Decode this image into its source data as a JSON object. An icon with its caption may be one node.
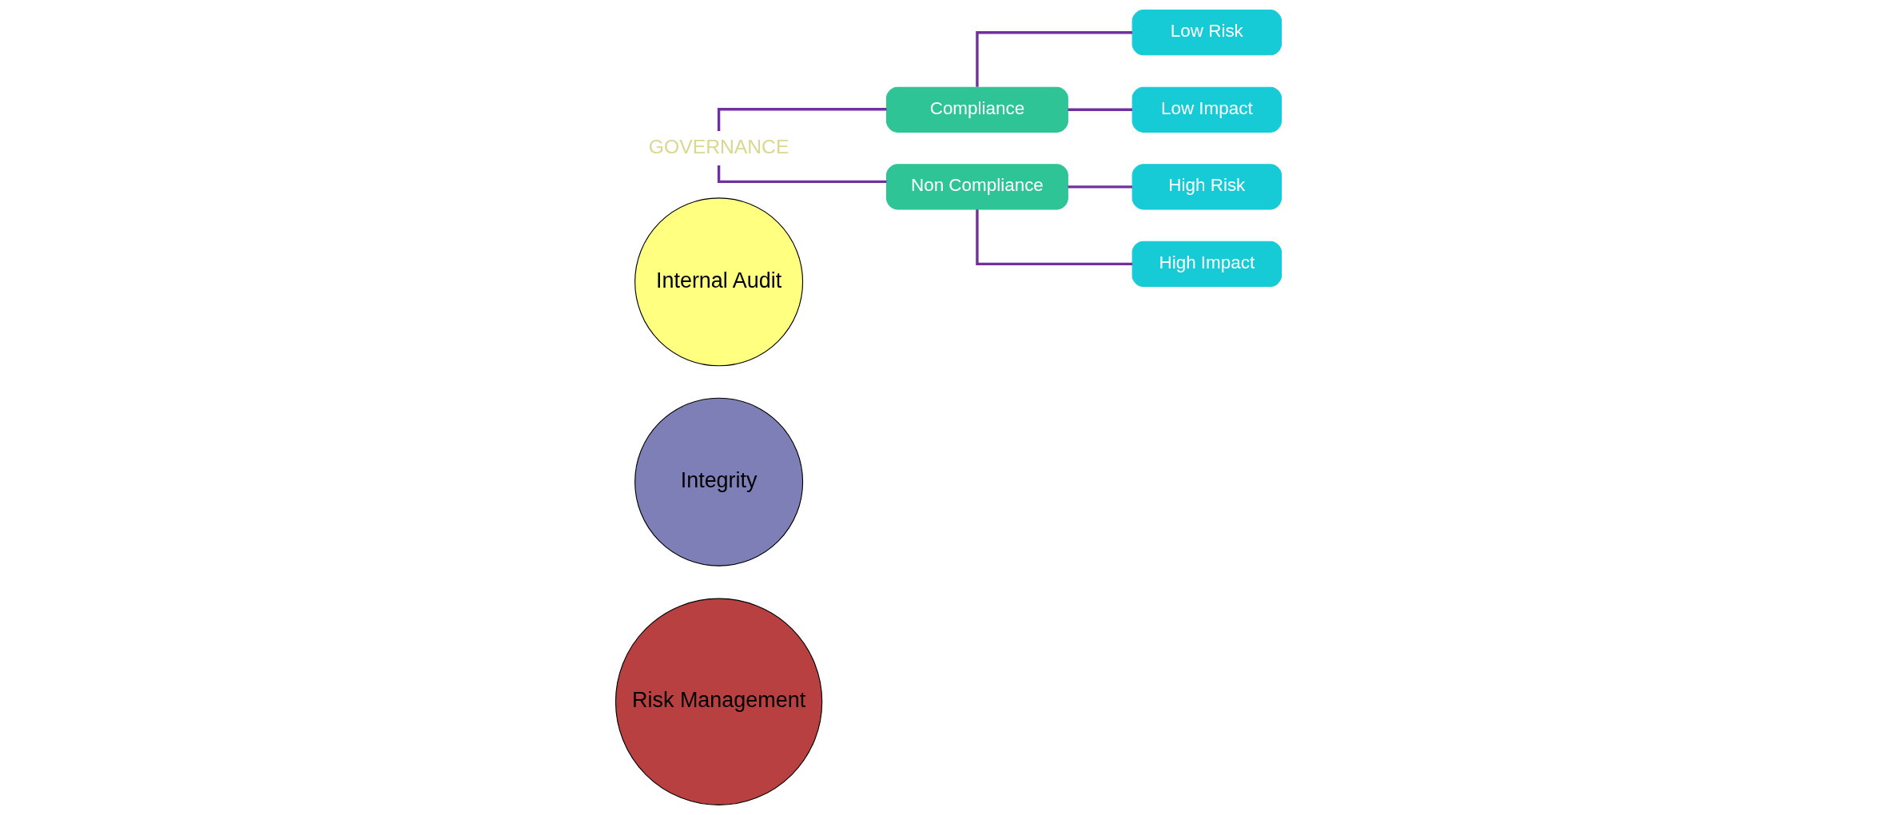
{
  "diagram": {
    "nodes": [
      {
        "text": [
          "Risk Management"
        ]
      },
      {
        "text": [
          "Integrity"
        ]
      },
      {
        "text": [
          "Internal Audit"
        ]
      },
      {
        "text": [
          "GOVERNANCE"
        ]
      },
      {
        "text": [
          "Compliance"
        ]
      },
      {
        "text": [
          "Non Compliance"
        ]
      },
      {
        "text": [
          "Low Risk"
        ]
      },
      {
        "text": [
          "Low Impact"
        ]
      },
      {
        "text": [
          "High Risk"
        ]
      },
      {
        "text": [
          "High Impact"
        ]
      }
    ],
    "edges": [
      {
        "from": 3,
        "to": 4,
        "arrow": "none"
      },
      {
        "from": 3,
        "to": 5,
        "arrow": "none"
      },
      {
        "from": 4,
        "to": 6,
        "arrow": "none"
      },
      {
        "from": 4,
        "to": 7,
        "arrow": "none"
      },
      {
        "from": 5,
        "to": 8,
        "arrow": "none"
      },
      {
        "from": 5,
        "to": 9,
        "arrow": "none"
      }
    ]
  }
}
